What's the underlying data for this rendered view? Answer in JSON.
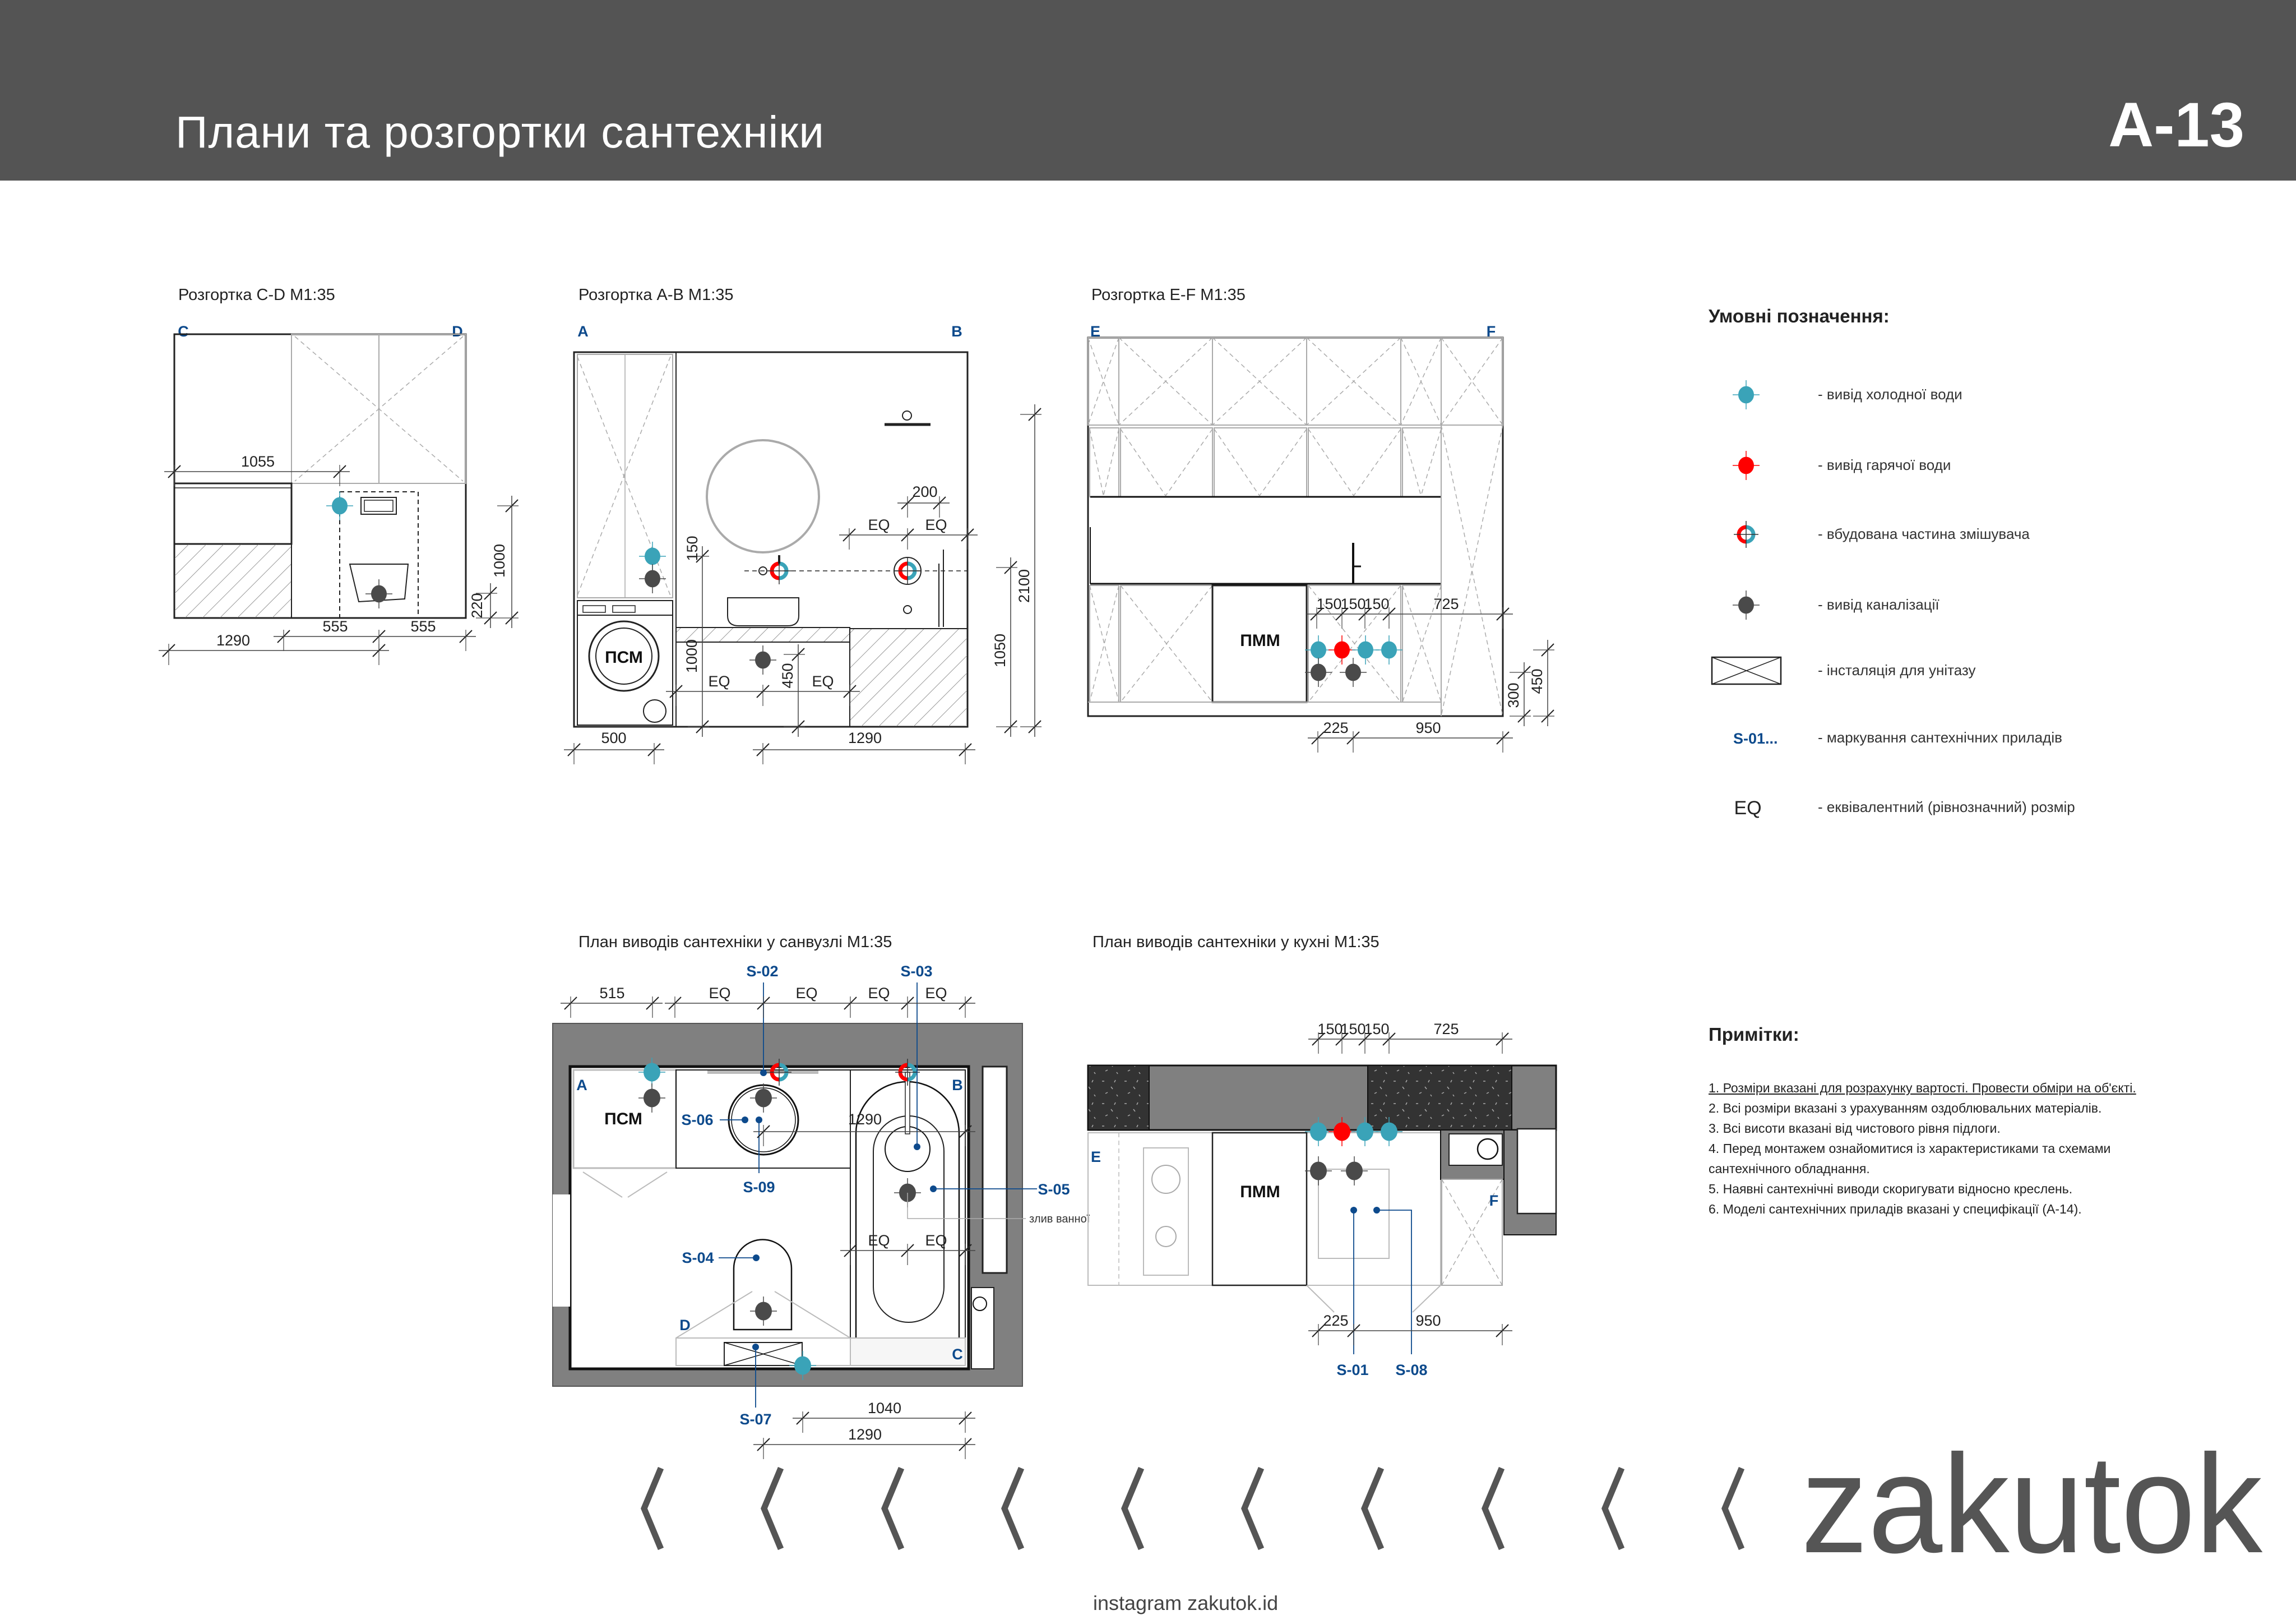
{
  "header": {
    "title": "Плани та розгортки сантехніки",
    "sheet": "A-13"
  },
  "drawings": {
    "cd": {
      "title": "Розгортка C-D M1:35",
      "left": "C",
      "right": "D",
      "dims": [
        "1055",
        "555",
        "555",
        "1290",
        "1000",
        "220"
      ]
    },
    "ab": {
      "title": "Розгортка A-B M1:35",
      "left": "A",
      "right": "B",
      "washer": "ПСМ",
      "dims": [
        "500",
        "1290",
        "EQ",
        "EQ",
        "450",
        "1000",
        "150",
        "200",
        "EQ",
        "EQ",
        "1050",
        "2100"
      ]
    },
    "ef": {
      "title": "Розгортка E-F M1:35",
      "left": "E",
      "right": "F",
      "dishwasher": "ПММ",
      "dims": [
        "150",
        "150",
        "150",
        "725",
        "225",
        "950",
        "300",
        "450"
      ]
    },
    "bath_plan": {
      "title": "План виводів сантехніки у санвузлі M1:35",
      "corners": [
        "A",
        "B",
        "C",
        "D"
      ],
      "washer": "ПСМ",
      "markers": [
        "S-02",
        "S-03",
        "S-06",
        "S-09",
        "S-05",
        "S-04",
        "S-07"
      ],
      "drain_note": "злив ванної",
      "dims": [
        "515",
        "EQ",
        "EQ",
        "EQ",
        "EQ",
        "1290",
        "EQ",
        "EQ",
        "1040",
        "1290"
      ]
    },
    "kitchen_plan": {
      "title": "План виводів сантехніки у кухні M1:35",
      "left": "E",
      "right": "F",
      "dishwasher": "ПММ",
      "markers": [
        "S-01",
        "S-08"
      ],
      "dims": [
        "150",
        "150",
        "150",
        "725",
        "225",
        "950"
      ]
    }
  },
  "legend": {
    "title": "Умовні позначення:",
    "items": [
      {
        "icon": "cold-water-outlet",
        "label": "- вивід холодної води"
      },
      {
        "icon": "hot-water-outlet",
        "label": "- вивід гарячої води"
      },
      {
        "icon": "built-in-mixer",
        "label": "- вбудована частина змішувача"
      },
      {
        "icon": "sewer-outlet",
        "label": "- вивід каналізації"
      },
      {
        "icon": "toilet-installation",
        "label": "- інсталяція для унітазу"
      },
      {
        "icon": "fixture-marker",
        "symbol": "S-01...",
        "label": "- маркування сантехнічних приладів"
      },
      {
        "icon": "equal-dimension",
        "symbol": "EQ",
        "label": "- еквівалентний (рівнозначний) розмір"
      }
    ]
  },
  "notes": {
    "title": "Примітки:",
    "items": [
      "1. Розміри вказані для розрахунку вартості. Провести обміри на об'єкті.",
      "2. Всі розміри вказані з урахуванням оздоблювальних матеріалів.",
      "3. Всі висоти вказані від чистового рівня підлоги.",
      "4. Перед монтажем ознайомитися із характеристиками та схемами сантехнічного обладнання.",
      "5. Наявні сантехнічні виводи скоригувати відносно креслень.",
      "6. Моделі сантехнічних приладів вказані у специфікації (А-14)."
    ]
  },
  "colors": {
    "header": "#545454",
    "cold": "#3aa3b8",
    "hot": "#ff0000",
    "drain": "#4a4a4a",
    "marker": "#0d4a8c",
    "wall": "#808080"
  },
  "footer": {
    "brand": "zakutok",
    "instagram": "instagram zakutok.id"
  }
}
